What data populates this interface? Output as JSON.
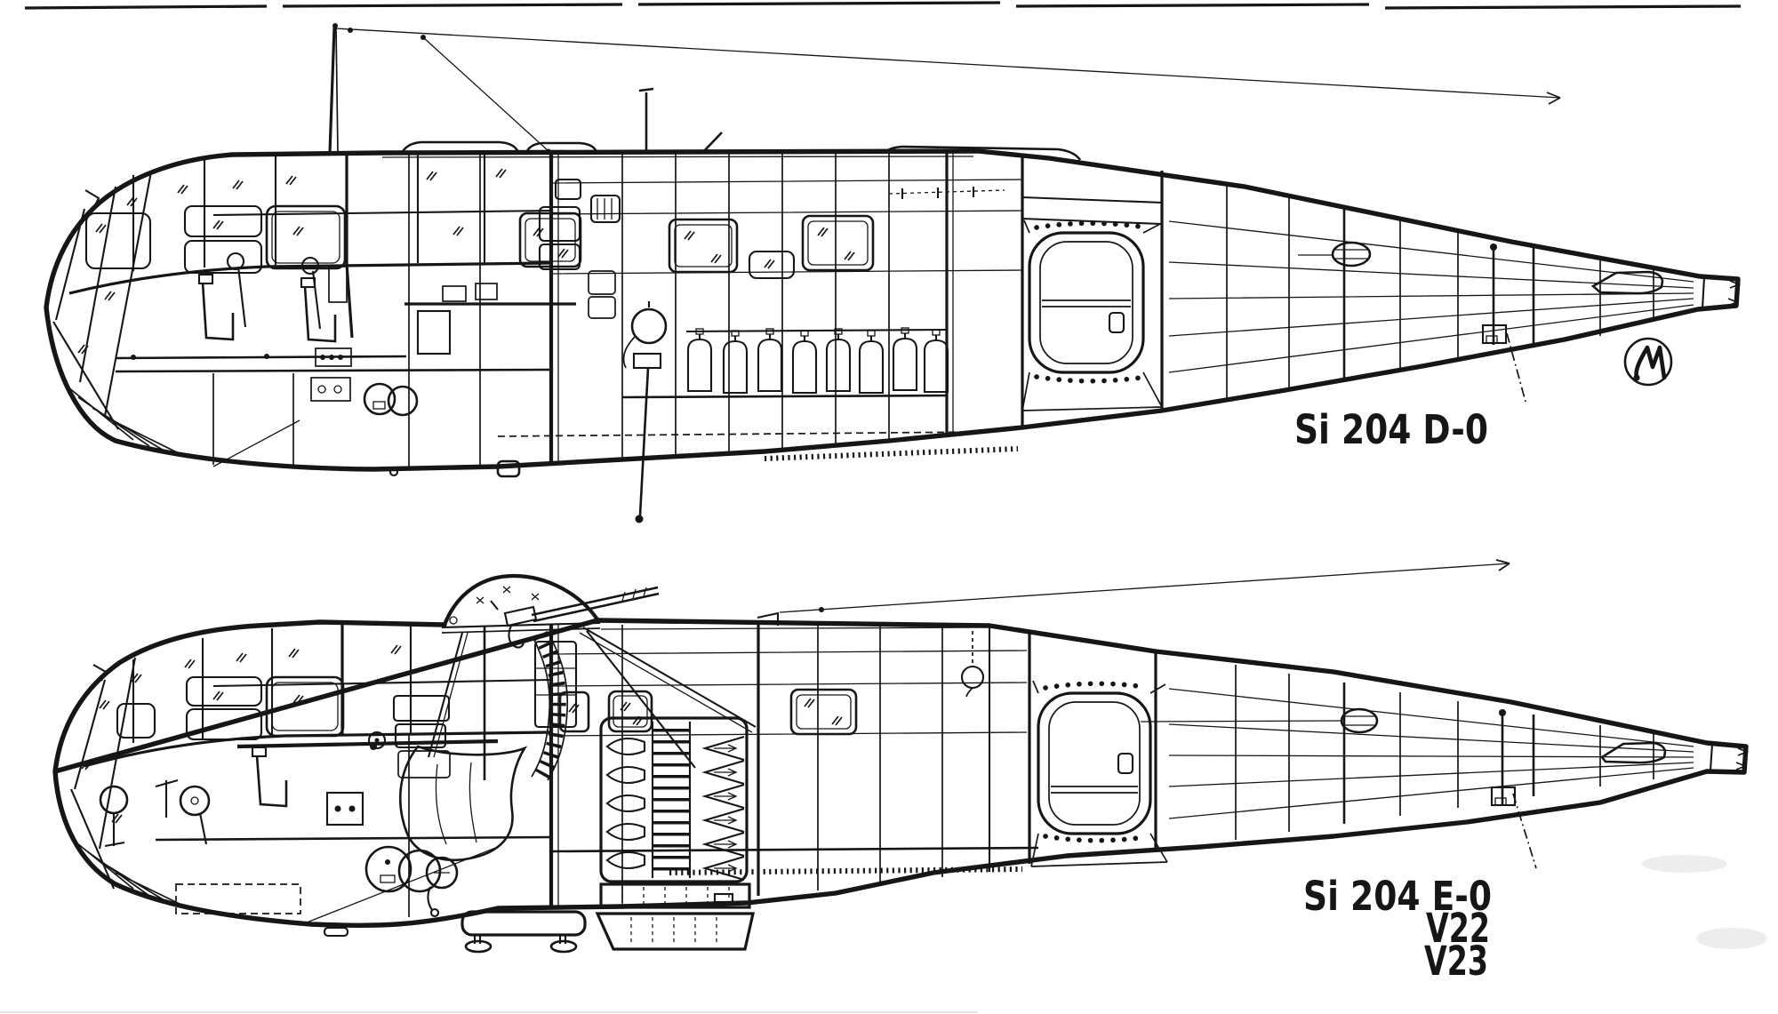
{
  "page": {
    "background": "#ffffff",
    "ink_color": "#161616",
    "kind": "technical cutaway side-view drawing, two aircraft fuselages"
  },
  "views": [
    {
      "id": "top",
      "label": "Si 204 D-0",
      "parts": [
        "glazed-nose-cockpit",
        "pilot-seats",
        "control-columns",
        "navigator-table",
        "radio-equipment-rack",
        "oxygen-bottles",
        "spherical-container",
        "antenna-mast",
        "antenna-wire",
        "trailing-antenna-tube",
        "cabin-windows",
        "entry-door",
        "riveted-door-frame",
        "walkway-hatch-band",
        "fuselage-frames",
        "stringers",
        "oval-access-hatch",
        "tailwheel-mount",
        "tail-cone"
      ]
    },
    {
      "id": "bottom",
      "label_line1": "Si 204 E-0",
      "label_line2": "V22",
      "label_line3": "V23",
      "parts": [
        "glazed-nose-cockpit",
        "control-wheel",
        "compass-pedestal",
        "dorsal-gun-turret",
        "machine-gun",
        "ammunition-belt",
        "spent-ammo-bag",
        "turret-brace-struts",
        "flare-rack",
        "flare-chute-boxes",
        "ventral-pannier-steps",
        "cable-winch",
        "cabin-windows",
        "entry-door",
        "riveted-door-frame",
        "fuselage-frames",
        "stringers",
        "oval-access-hatch",
        "tailwheel-mount",
        "tail-cone",
        "antenna-wire"
      ]
    }
  ],
  "logo": {
    "letter": "M",
    "shape": "circled-monogram"
  }
}
